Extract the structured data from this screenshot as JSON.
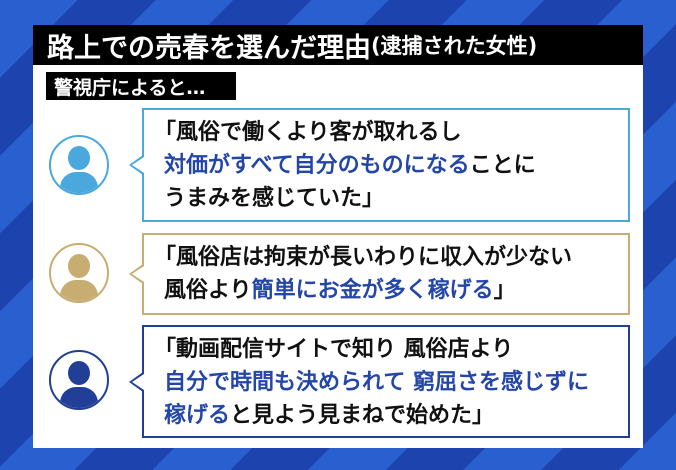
{
  "title": {
    "main": "路上での売春を選んだ理由",
    "sub": "(逮捕された女性)"
  },
  "source_label": "警視庁によると…",
  "colors": {
    "bg_stripe_light": "#2a5fcf",
    "bg_stripe_dark": "#1d43ae",
    "highlight_text": "#2346a8",
    "quote1_accent": "#4aa8dc",
    "quote2_accent": "#c8ad72",
    "quote3_accent": "#223f98"
  },
  "quotes": [
    {
      "avatar_icon": "person-icon",
      "lines": [
        [
          {
            "text": "「風俗で働くより客が取れるし",
            "hl": false
          }
        ],
        [
          {
            "text": "対価がすべて自分のものになる",
            "hl": true
          },
          {
            "text": "ことに",
            "hl": false
          }
        ],
        [
          {
            "text": "うまみを感じていた」",
            "hl": false
          }
        ]
      ]
    },
    {
      "avatar_icon": "person-icon",
      "lines": [
        [
          {
            "text": "「風俗店は拘束が長いわりに収入が少ない",
            "hl": false
          }
        ],
        [
          {
            "text": "風俗より",
            "hl": false
          },
          {
            "text": "簡単にお金が多く稼げる",
            "hl": true
          },
          {
            "text": "」",
            "hl": false
          }
        ]
      ]
    },
    {
      "avatar_icon": "person-icon",
      "lines": [
        [
          {
            "text": "「動画配信サイトで知り 風俗店より",
            "hl": false
          }
        ],
        [
          {
            "text": "自分で時間も決められて 窮屈さを感じずに",
            "hl": true
          }
        ],
        [
          {
            "text": "稼げる",
            "hl": true
          },
          {
            "text": "と見よう見まねで始めた」",
            "hl": false
          }
        ]
      ]
    }
  ]
}
